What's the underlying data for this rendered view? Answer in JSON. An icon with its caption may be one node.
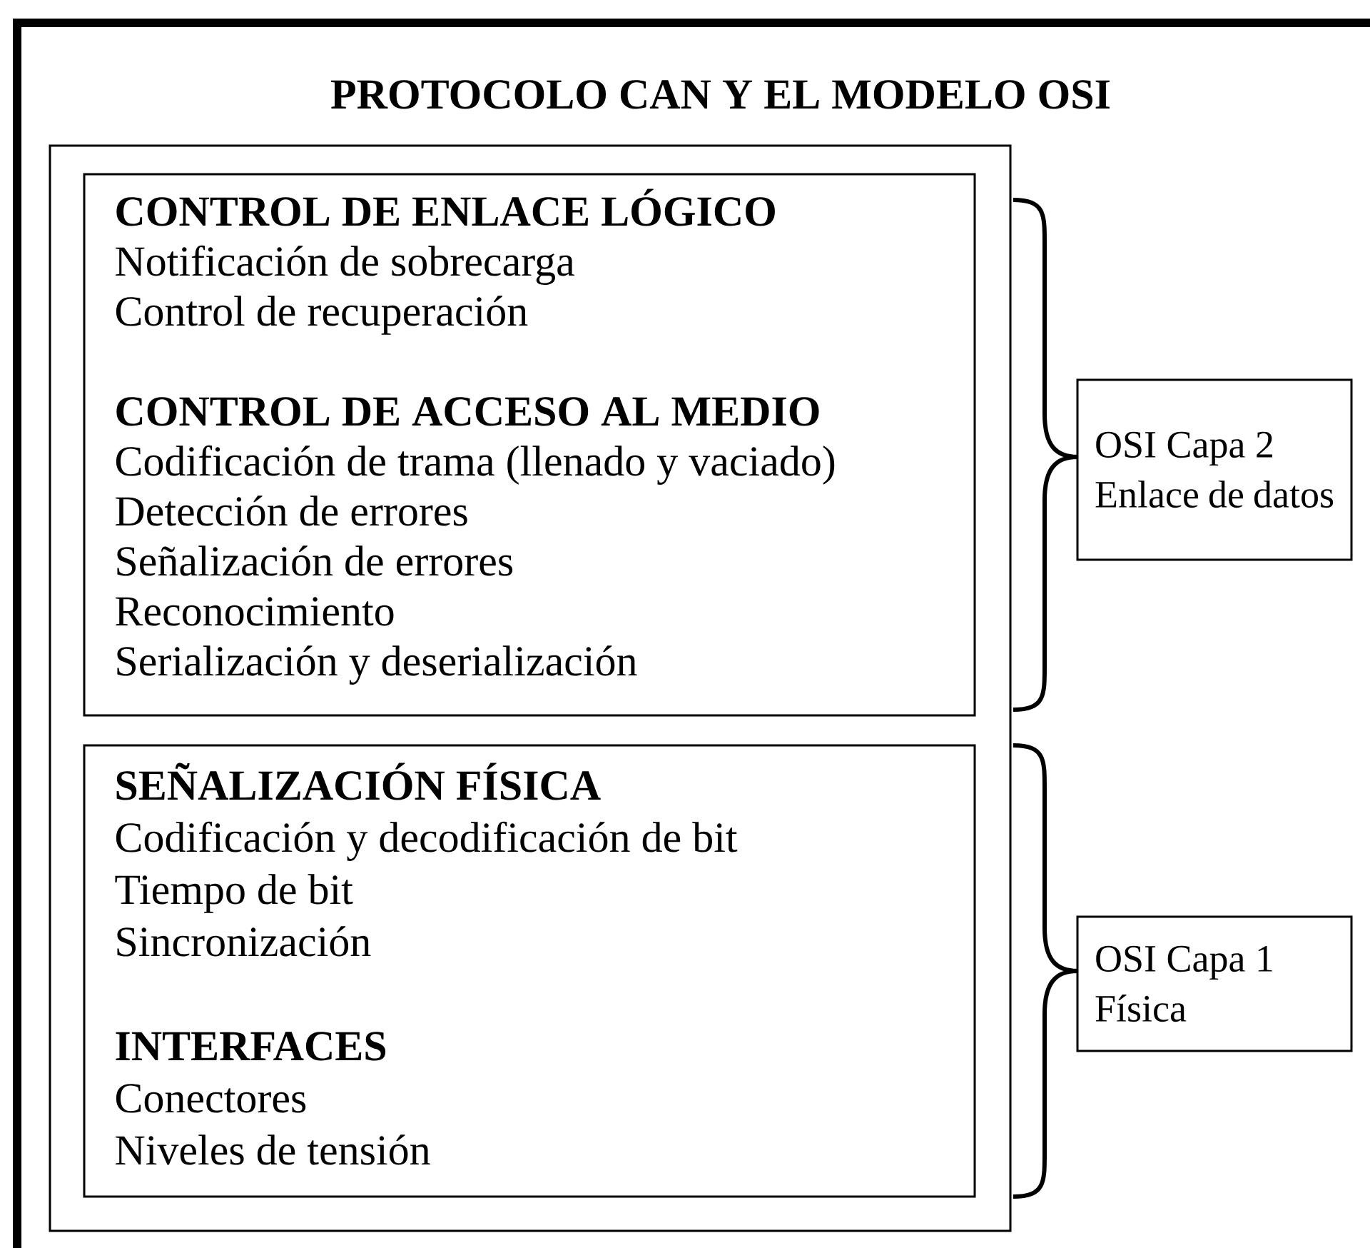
{
  "diagram": {
    "title": "PROTOCOLO CAN Y EL MODELO OSI",
    "nodes": [
      {
        "text": [],
        "shape": "box"
      },
      {
        "text": [
          "CONTROL DE ENLACE LÓGICO",
          "Notificación de sobrecarga",
          "Control de recuperación",
          "CONTROL DE ACCESO AL MEDIO",
          "Codificación de trama (llenado y vaciado)",
          "Detección de errores",
          "Señalización de errores",
          "Reconocimiento",
          "Serialización y deserialización"
        ],
        "in": 0
      },
      {
        "text": [
          "SEÑALIZACIÓN FÍSICA",
          "Codificación y decodificación de bit",
          "Tiempo de bit",
          "Sincronización",
          "INTERFACES",
          "Conectores",
          "Niveles de tensión"
        ],
        "in": 0
      },
      {
        "text": [
          "OSI Capa 2 Enlace de datos"
        ]
      },
      {
        "text": [
          "OSI Capa 1 Física"
        ]
      }
    ]
  }
}
